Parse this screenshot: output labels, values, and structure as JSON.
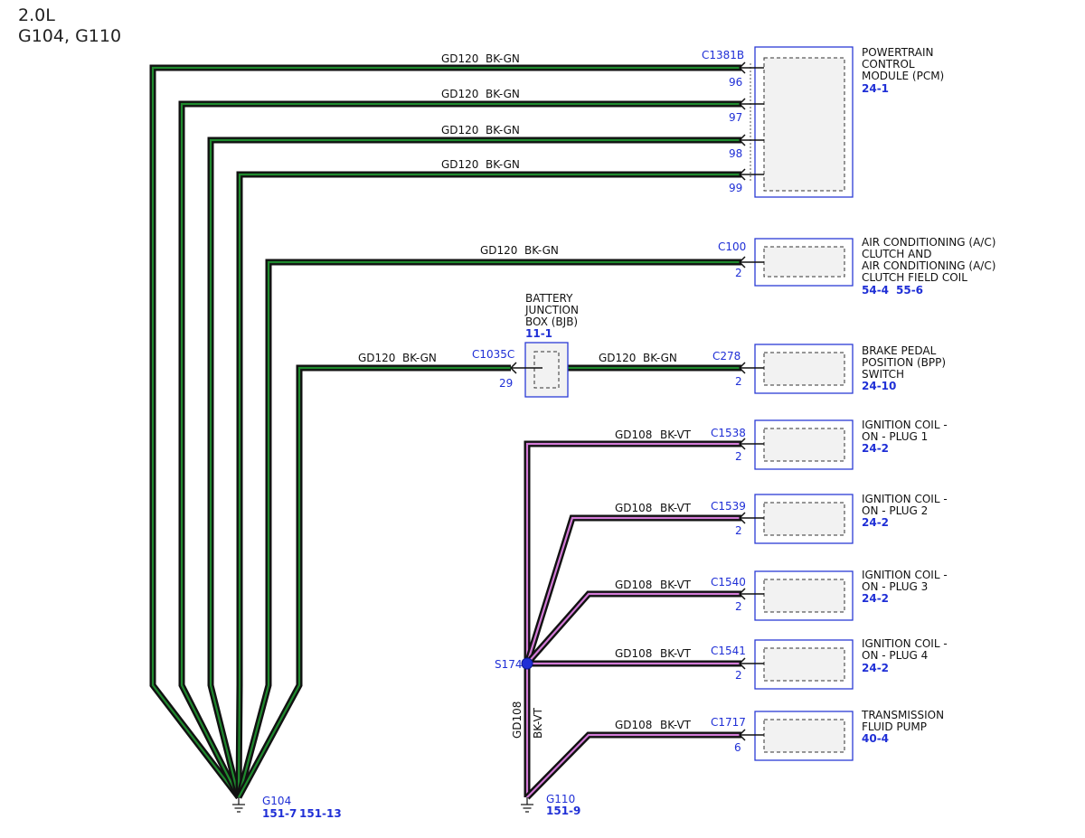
{
  "header": {
    "line1": "2.0L",
    "line2": "G104, G110"
  },
  "wire_gn": {
    "circuit": "GD120",
    "color": "BK-GN"
  },
  "wire_vt": {
    "circuit": "GD108",
    "color": "BK-VT"
  },
  "pcm": {
    "connector": "C1381B",
    "pins": [
      "96",
      "97",
      "98",
      "99"
    ],
    "label": [
      "POWERTRAIN",
      "CONTROL",
      "MODULE (PCM)"
    ],
    "refs": [
      "24-1"
    ]
  },
  "ac": {
    "connector": "C100",
    "pin": "2",
    "label": [
      "AIR CONDITIONING (A/C)",
      "CLUTCH AND",
      "AIR CONDITIONING (A/C)",
      "CLUTCH FIELD COIL"
    ],
    "refs": [
      "54-4",
      "55-6"
    ]
  },
  "bjb": {
    "connector": "C1035C",
    "pin": "29",
    "label": [
      "BATTERY",
      "JUNCTION",
      "BOX (BJB)"
    ],
    "refs": [
      "11-1"
    ]
  },
  "bpp": {
    "connector": "C278",
    "pin": "2",
    "label": [
      "BRAKE PEDAL",
      "POSITION (BPP)",
      "SWITCH"
    ],
    "refs": [
      "24-10"
    ]
  },
  "coil1": {
    "connector": "C1538",
    "pin": "2",
    "label": [
      "IGNITION COIL -",
      "ON - PLUG 1"
    ],
    "refs": [
      "24-2"
    ]
  },
  "coil2": {
    "connector": "C1539",
    "pin": "2",
    "label": [
      "IGNITION COIL -",
      "ON - PLUG 2"
    ],
    "refs": [
      "24-2"
    ]
  },
  "coil3": {
    "connector": "C1540",
    "pin": "2",
    "label": [
      "IGNITION COIL -",
      "ON - PLUG 3"
    ],
    "refs": [
      "24-2"
    ]
  },
  "coil4": {
    "connector": "C1541",
    "pin": "2",
    "label": [
      "IGNITION COIL -",
      "ON - PLUG 4"
    ],
    "refs": [
      "24-2"
    ]
  },
  "tfp": {
    "connector": "C1717",
    "pin": "6",
    "label": [
      "TRANSMISSION",
      "FLUID PUMP"
    ],
    "refs": [
      "40-4"
    ]
  },
  "splice": {
    "name": "S174"
  },
  "g104": {
    "name": "G104",
    "refs": [
      "151-7",
      "151-13"
    ]
  },
  "g110": {
    "name": "G110",
    "refs": [
      "151-9"
    ]
  },
  "colors": {
    "wire_gn_inner": "#1f8a2e",
    "wire_vt_inner": "#d27ad6",
    "wire_outer": "#111111",
    "blue": "#1f2fd6",
    "box_fill": "#f2f2f2"
  }
}
